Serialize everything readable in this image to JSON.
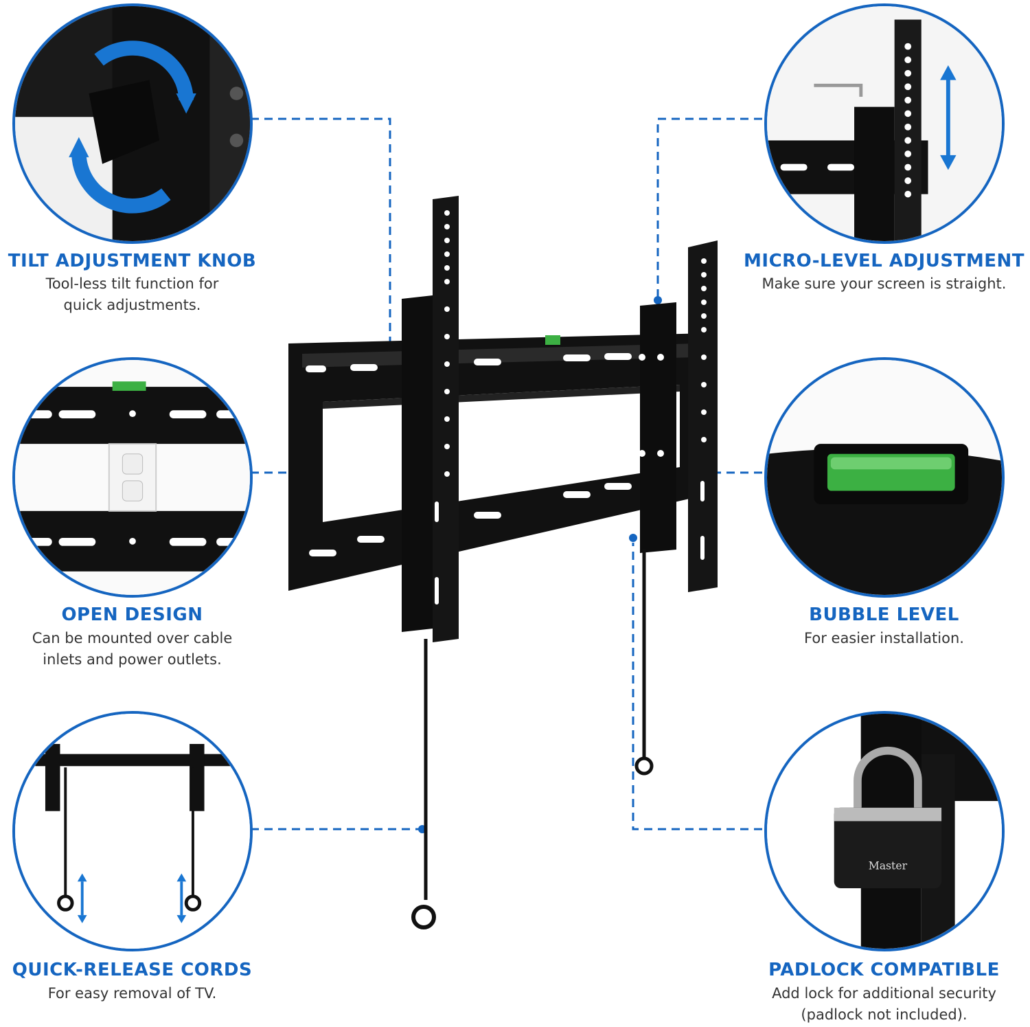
{
  "features": [
    {
      "title": "TILT ADJUSTMENT KNOB",
      "desc": "Tool-less tilt function for\nquick adjustments."
    },
    {
      "title": "OPEN DESIGN",
      "desc": "Can be mounted over cable\ninlets and power outlets."
    },
    {
      "title": "QUICK-RELEASE CORDS",
      "desc": "For easy removal of TV."
    },
    {
      "title": "MICRO-LEVEL ADJUSTMENT",
      "desc": "Make sure your screen is straight."
    },
    {
      "title": "BUBBLE LEVEL",
      "desc": "For easier installation."
    },
    {
      "title": "PADLOCK COMPATIBLE",
      "desc": "Add lock for additional security\n(padlock not included)."
    }
  ],
  "padlock_brand": "Master",
  "colors": {
    "accent": "#1565c0",
    "mount": "#1a1a1a",
    "bubble": "#3cb043"
  }
}
